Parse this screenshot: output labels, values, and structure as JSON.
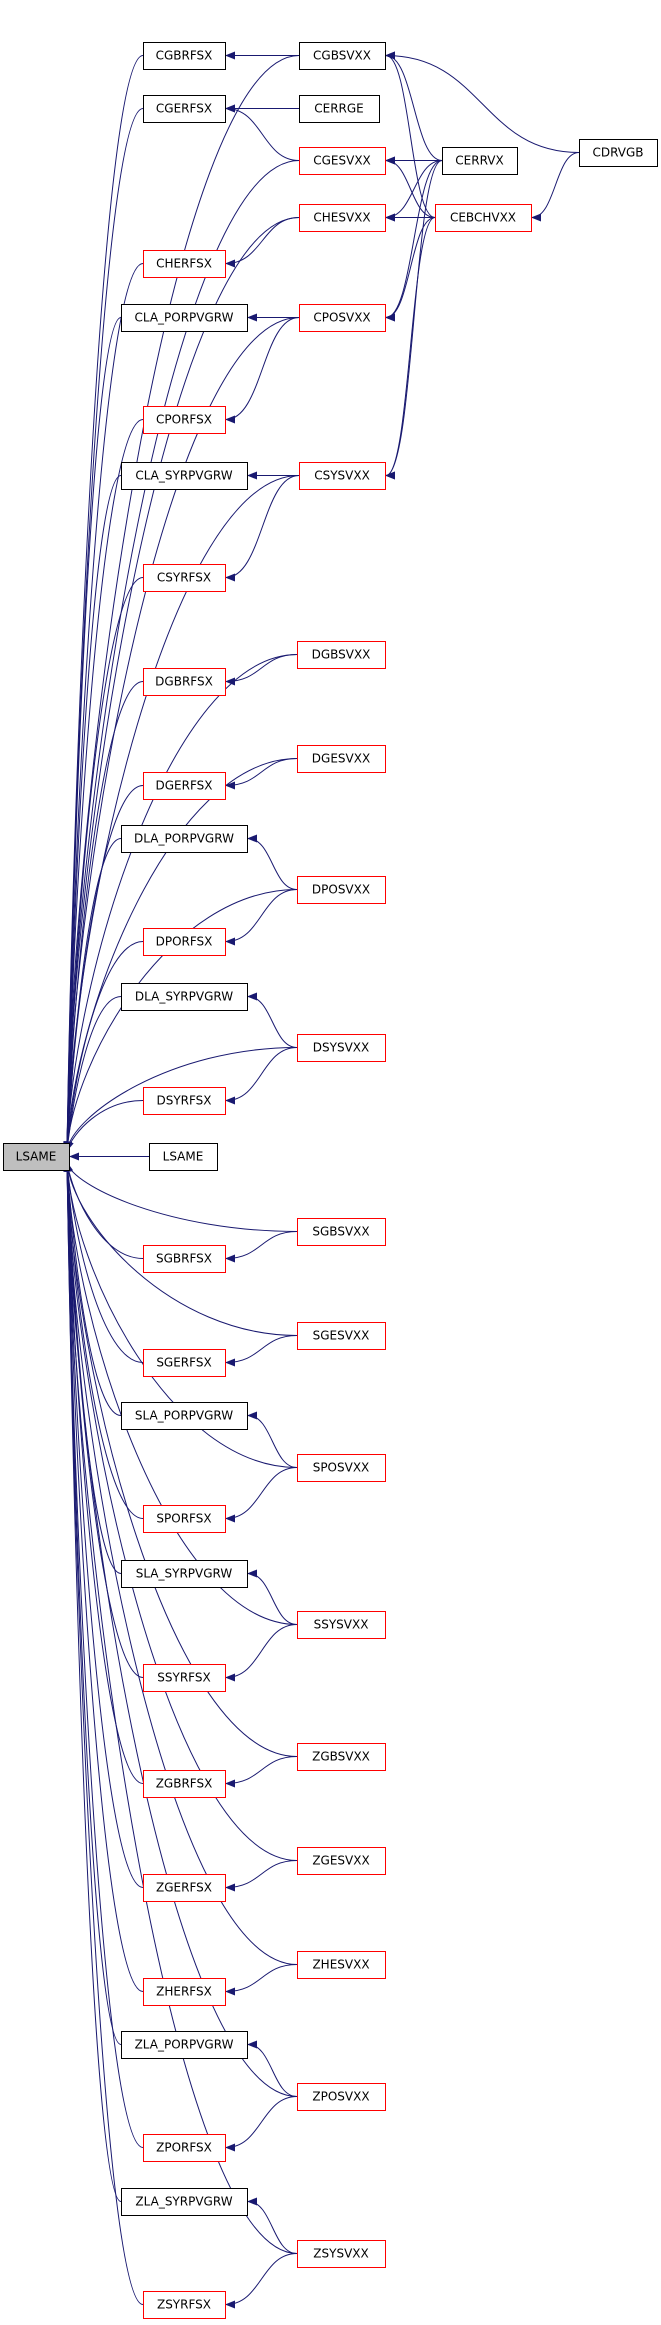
{
  "colors": {
    "edge": "#191970",
    "ok_border": "#000000",
    "red_border": "#ff0000",
    "root_fill": "#bfbfbf",
    "bg": "#ffffff"
  },
  "nodes": {
    "LSAME_root": {
      "label": "LSAME",
      "style": "root"
    },
    "LSAME_self": {
      "label": "LSAME",
      "style": "black"
    },
    "CGBRFSX": {
      "label": "CGBRFSX",
      "style": "black"
    },
    "CGBSVXX": {
      "label": "CGBSVXX",
      "style": "black"
    },
    "CGERFSX": {
      "label": "CGERFSX",
      "style": "black"
    },
    "CERRGE": {
      "label": "CERRGE",
      "style": "black"
    },
    "CGESVXX": {
      "label": "CGESVXX",
      "style": "red"
    },
    "CERRVX": {
      "label": "CERRVX",
      "style": "black"
    },
    "CDRVGB": {
      "label": "CDRVGB",
      "style": "black"
    },
    "CHESVXX": {
      "label": "CHESVXX",
      "style": "red"
    },
    "CEBCHVXX": {
      "label": "CEBCHVXX",
      "style": "red"
    },
    "CHERFSX": {
      "label": "CHERFSX",
      "style": "red"
    },
    "CLA_PORPVGRW": {
      "label": "CLA_PORPVGRW",
      "style": "black"
    },
    "CPOSVXX": {
      "label": "CPOSVXX",
      "style": "red"
    },
    "CPORFSX": {
      "label": "CPORFSX",
      "style": "red"
    },
    "CLA_SYRPVGRW": {
      "label": "CLA_SYRPVGRW",
      "style": "black"
    },
    "CSYSVXX": {
      "label": "CSYSVXX",
      "style": "red"
    },
    "CSYRFSX": {
      "label": "CSYRFSX",
      "style": "red"
    },
    "DGBSVXX": {
      "label": "DGBSVXX",
      "style": "red"
    },
    "DGBRFSX": {
      "label": "DGBRFSX",
      "style": "red"
    },
    "DGESVXX": {
      "label": "DGESVXX",
      "style": "red"
    },
    "DGERFSX": {
      "label": "DGERFSX",
      "style": "red"
    },
    "DLA_PORPVGRW": {
      "label": "DLA_PORPVGRW",
      "style": "black"
    },
    "DPOSVXX": {
      "label": "DPOSVXX",
      "style": "red"
    },
    "DPORFSX": {
      "label": "DPORFSX",
      "style": "red"
    },
    "DLA_SYRPVGRW": {
      "label": "DLA_SYRPVGRW",
      "style": "black"
    },
    "DSYSVXX": {
      "label": "DSYSVXX",
      "style": "red"
    },
    "DSYRFSX": {
      "label": "DSYRFSX",
      "style": "red"
    },
    "SGBSVXX": {
      "label": "SGBSVXX",
      "style": "red"
    },
    "SGBRFSX": {
      "label": "SGBRFSX",
      "style": "red"
    },
    "SGESVXX": {
      "label": "SGESVXX",
      "style": "red"
    },
    "SGERFSX": {
      "label": "SGERFSX",
      "style": "red"
    },
    "SLA_PORPVGRW": {
      "label": "SLA_PORPVGRW",
      "style": "black"
    },
    "SPOSVXX": {
      "label": "SPOSVXX",
      "style": "red"
    },
    "SPORFSX": {
      "label": "SPORFSX",
      "style": "red"
    },
    "SLA_SYRPVGRW": {
      "label": "SLA_SYRPVGRW",
      "style": "black"
    },
    "SSYSVXX": {
      "label": "SSYSVXX",
      "style": "red"
    },
    "SSYRFSX": {
      "label": "SSYRFSX",
      "style": "red"
    },
    "ZGBSVXX": {
      "label": "ZGBSVXX",
      "style": "red"
    },
    "ZGBRFSX": {
      "label": "ZGBRFSX",
      "style": "red"
    },
    "ZGESVXX": {
      "label": "ZGESVXX",
      "style": "red"
    },
    "ZGERFSX": {
      "label": "ZGERFSX",
      "style": "red"
    },
    "ZHESVXX": {
      "label": "ZHESVXX",
      "style": "red"
    },
    "ZHERFSX": {
      "label": "ZHERFSX",
      "style": "red"
    },
    "ZLA_PORPVGRW": {
      "label": "ZLA_PORPVGRW",
      "style": "black"
    },
    "ZPOSVXX": {
      "label": "ZPOSVXX",
      "style": "red"
    },
    "ZPORFSX": {
      "label": "ZPORFSX",
      "style": "red"
    },
    "ZLA_SYRPVGRW": {
      "label": "ZLA_SYRPVGRW",
      "style": "black"
    },
    "ZSYSVXX": {
      "label": "ZSYSVXX",
      "style": "red"
    },
    "ZSYRFSX": {
      "label": "ZSYRFSX",
      "style": "red"
    }
  },
  "edges": [
    [
      "CGBRFSX",
      "LSAME_root"
    ],
    [
      "CGBSVXX",
      "LSAME_root"
    ],
    [
      "CGERFSX",
      "LSAME_root"
    ],
    [
      "CGESVXX",
      "LSAME_root"
    ],
    [
      "CHESVXX",
      "LSAME_root"
    ],
    [
      "CHERFSX",
      "LSAME_root"
    ],
    [
      "CLA_PORPVGRW",
      "LSAME_root"
    ],
    [
      "CPOSVXX",
      "LSAME_root"
    ],
    [
      "CPORFSX",
      "LSAME_root"
    ],
    [
      "CLA_SYRPVGRW",
      "LSAME_root"
    ],
    [
      "CSYSVXX",
      "LSAME_root"
    ],
    [
      "CSYRFSX",
      "LSAME_root"
    ],
    [
      "DGBSVXX",
      "LSAME_root"
    ],
    [
      "DGBRFSX",
      "LSAME_root"
    ],
    [
      "DGESVXX",
      "LSAME_root"
    ],
    [
      "DGERFSX",
      "LSAME_root"
    ],
    [
      "DLA_PORPVGRW",
      "LSAME_root"
    ],
    [
      "DPOSVXX",
      "LSAME_root"
    ],
    [
      "DPORFSX",
      "LSAME_root"
    ],
    [
      "DLA_SYRPVGRW",
      "LSAME_root"
    ],
    [
      "DSYSVXX",
      "LSAME_root"
    ],
    [
      "DSYRFSX",
      "LSAME_root"
    ],
    [
      "LSAME_self",
      "LSAME_root"
    ],
    [
      "SGBSVXX",
      "LSAME_root"
    ],
    [
      "SGBRFSX",
      "LSAME_root"
    ],
    [
      "SGESVXX",
      "LSAME_root"
    ],
    [
      "SGERFSX",
      "LSAME_root"
    ],
    [
      "SLA_PORPVGRW",
      "LSAME_root"
    ],
    [
      "SPOSVXX",
      "LSAME_root"
    ],
    [
      "SPORFSX",
      "LSAME_root"
    ],
    [
      "SLA_SYRPVGRW",
      "LSAME_root"
    ],
    [
      "SSYSVXX",
      "LSAME_root"
    ],
    [
      "SSYRFSX",
      "LSAME_root"
    ],
    [
      "ZGBSVXX",
      "LSAME_root"
    ],
    [
      "ZGBRFSX",
      "LSAME_root"
    ],
    [
      "ZGESVXX",
      "LSAME_root"
    ],
    [
      "ZGERFSX",
      "LSAME_root"
    ],
    [
      "ZHESVXX",
      "LSAME_root"
    ],
    [
      "ZHERFSX",
      "LSAME_root"
    ],
    [
      "ZLA_PORPVGRW",
      "LSAME_root"
    ],
    [
      "ZPOSVXX",
      "LSAME_root"
    ],
    [
      "ZPORFSX",
      "LSAME_root"
    ],
    [
      "ZLA_SYRPVGRW",
      "LSAME_root"
    ],
    [
      "ZSYSVXX",
      "LSAME_root"
    ],
    [
      "ZSYRFSX",
      "LSAME_root"
    ],
    [
      "CGBSVXX",
      "CGBRFSX"
    ],
    [
      "CERRGE",
      "CGERFSX"
    ],
    [
      "CGESVXX",
      "CGERFSX"
    ],
    [
      "CERRVX",
      "CGBSVXX"
    ],
    [
      "CDRVGB",
      "CGBSVXX"
    ],
    [
      "CEBCHVXX",
      "CGBSVXX"
    ],
    [
      "CERRVX",
      "CGESVXX"
    ],
    [
      "CEBCHVXX",
      "CGESVXX"
    ],
    [
      "CHESVXX",
      "CHERFSX"
    ],
    [
      "CERRVX",
      "CHESVXX"
    ],
    [
      "CEBCHVXX",
      "CHESVXX"
    ],
    [
      "CDRVGB",
      "CEBCHVXX"
    ],
    [
      "CPOSVXX",
      "CLA_PORPVGRW"
    ],
    [
      "CPOSVXX",
      "CPORFSX"
    ],
    [
      "CERRVX",
      "CPOSVXX"
    ],
    [
      "CEBCHVXX",
      "CPOSVXX"
    ],
    [
      "CSYSVXX",
      "CLA_SYRPVGRW"
    ],
    [
      "CSYSVXX",
      "CSYRFSX"
    ],
    [
      "CERRVX",
      "CSYSVXX"
    ],
    [
      "CEBCHVXX",
      "CSYSVXX"
    ],
    [
      "DGBSVXX",
      "DGBRFSX"
    ],
    [
      "DGESVXX",
      "DGERFSX"
    ],
    [
      "DPOSVXX",
      "DLA_PORPVGRW"
    ],
    [
      "DPOSVXX",
      "DPORFSX"
    ],
    [
      "DSYSVXX",
      "DLA_SYRPVGRW"
    ],
    [
      "DSYSVXX",
      "DSYRFSX"
    ],
    [
      "SGBSVXX",
      "SGBRFSX"
    ],
    [
      "SGESVXX",
      "SGERFSX"
    ],
    [
      "SPOSVXX",
      "SLA_PORPVGRW"
    ],
    [
      "SPOSVXX",
      "SPORFSX"
    ],
    [
      "SSYSVXX",
      "SLA_SYRPVGRW"
    ],
    [
      "SSYSVXX",
      "SSYRFSX"
    ],
    [
      "ZGBSVXX",
      "ZGBRFSX"
    ],
    [
      "ZGESVXX",
      "ZGERFSX"
    ],
    [
      "ZHESVXX",
      "ZHERFSX"
    ],
    [
      "ZPOSVXX",
      "ZLA_PORPVGRW"
    ],
    [
      "ZPOSVXX",
      "ZPORFSX"
    ],
    [
      "ZSYSVXX",
      "ZLA_SYRPVGRW"
    ],
    [
      "ZSYSVXX",
      "ZSYRFSX"
    ]
  ]
}
